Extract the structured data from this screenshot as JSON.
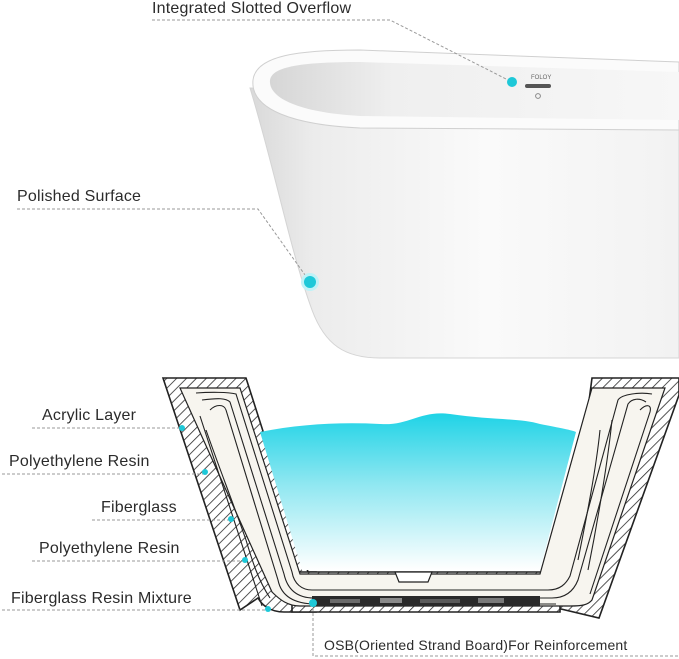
{
  "callouts": {
    "overflow": "Integrated Slotted Overflow",
    "surface": "Polished  Surface",
    "acrylic": "Acrylic Layer",
    "resin1": "Polyethylene Resin",
    "fiberglass": "Fiberglass",
    "resin2": "Polyethylene Resin",
    "mixture": "Fiberglass Resin Mixture",
    "osb": "OSB(Oriented Strand Board)For Reinforcement"
  },
  "brand_mark": "FOLOY",
  "colors": {
    "accent": "#1ec8d8",
    "water_top": "#1fd3e6",
    "water_bottom": "#ffffff",
    "leader": "#9a9a9a"
  }
}
